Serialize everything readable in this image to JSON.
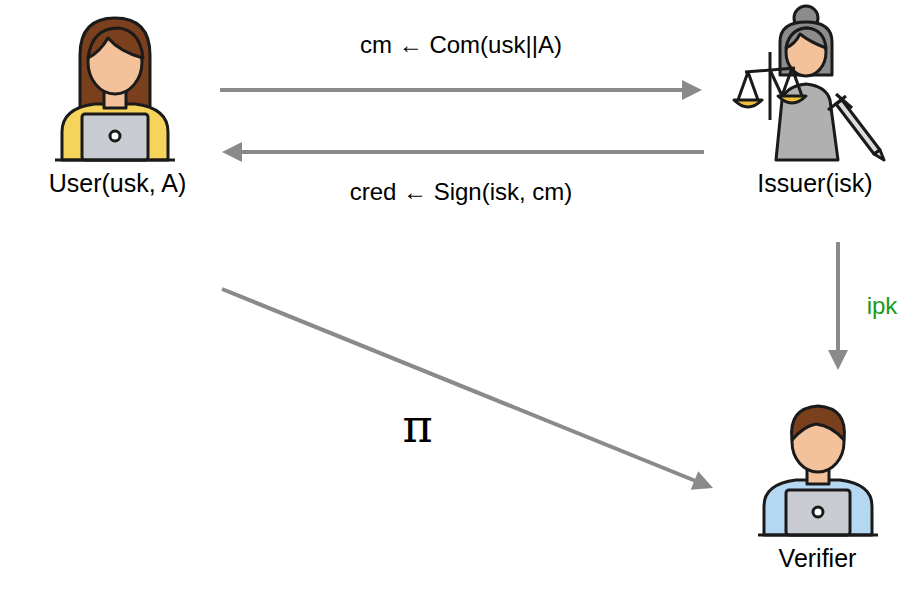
{
  "diagram": {
    "nodes": [
      {
        "text": [
          "User(usk, A)"
        ]
      },
      {
        "text": [
          "Issuer(isk)"
        ]
      },
      {
        "text": [
          "Verifier"
        ]
      }
    ],
    "edges": [
      {
        "from": 0,
        "to": 1,
        "arrow": "to",
        "label": "cm ← Com(usk||A)"
      },
      {
        "from": 1,
        "to": 0,
        "arrow": "to",
        "label": "cred ← Sign(isk, cm)"
      },
      {
        "from": 1,
        "to": 2,
        "arrow": "to",
        "label": "ipk"
      },
      {
        "from": 0,
        "to": 2,
        "arrow": "to",
        "label": "π"
      }
    ]
  }
}
